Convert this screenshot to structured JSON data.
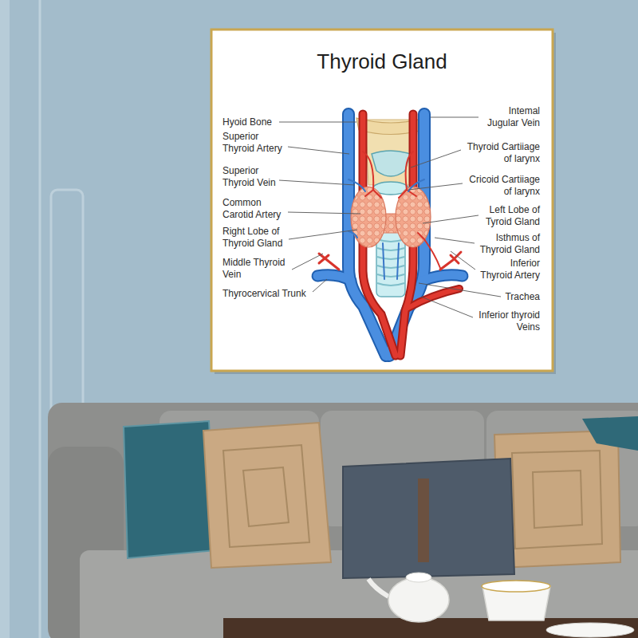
{
  "diagram": {
    "title": "Thyroid Gland",
    "labels": [
      "Hyoid Bone",
      "Superior Thyroid Artery",
      "Superior Thyroid Vein",
      "Common Carotid Artery",
      "Right Lobe of Thyroid Gland",
      "Middle Thyroid Vein",
      "Thyrocervical Trunk",
      "Intemal Jugular Vein",
      "Thyroid Cartiiage of larynx",
      "Cricoid Cartiiage of larynx",
      "Left Lobe of Tyroid Gland",
      "Isthmus of Thyroid Gland",
      "Inferior Thyroid Artery",
      "Trachea",
      "Inferior thyroid Veins"
    ]
  }
}
